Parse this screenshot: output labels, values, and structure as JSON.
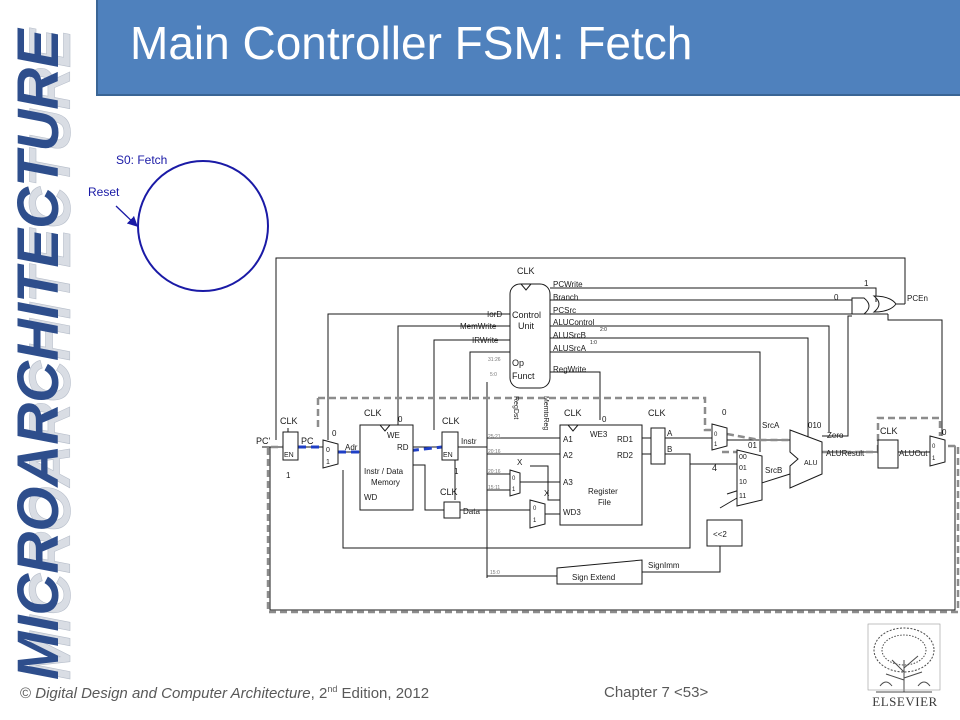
{
  "slide": {
    "title": "Main Controller FSM: Fetch",
    "sidebar_text": "MICROARCHITECTURE"
  },
  "fsm": {
    "state_label": "S0: Fetch",
    "reset_label": "Reset"
  },
  "datapath": {
    "control_unit": {
      "clk": "CLK",
      "name_line1": "Control",
      "name_line2": "Unit",
      "op": "Op",
      "funct": "Funct",
      "out_pcwrite": "PCWrite",
      "out_branch": "Branch",
      "out_pcsrc": "PCSrc",
      "out_alucontrol": "ALUControl",
      "out_alucontrol_bits": "2:0",
      "out_alusrcb": "ALUSrcB",
      "out_alusrcb_bits": "1:0",
      "out_alusrca": "ALUSrcA",
      "out_regwrite": "RegWrite",
      "out_iord": "IorD",
      "out_memwrite": "MemWrite",
      "out_irwrite": "IRWrite",
      "out_regdst": "RegDst",
      "out_memtoreg": "MemtoReg",
      "bits_op": "31:26",
      "bits_funct": "5:0"
    },
    "pc": {
      "clk": "CLK",
      "pc_prime": "PC'",
      "pc": "PC",
      "en": "EN",
      "val1": "1",
      "val0": "0"
    },
    "memory": {
      "clk": "CLK",
      "we": "WE",
      "we_val": "0",
      "adr": "Adr",
      "rd": "RD",
      "name_line1": "Instr / Data",
      "name_line2": "Memory",
      "wd": "WD"
    },
    "instr_reg": {
      "clk": "CLK",
      "instr": "Instr",
      "en": "EN",
      "en_val": "1"
    },
    "data_reg": {
      "clk": "CLK",
      "data": "Data"
    },
    "mux_adr": {
      "in0": "0",
      "in1": "1",
      "sel": "0"
    },
    "regfile": {
      "clk": "CLK",
      "we3": "WE3",
      "we3_val": "0",
      "a1": "A1",
      "a2": "A2",
      "a3": "A3",
      "wd3": "WD3",
      "rd1": "RD1",
      "rd2": "RD2",
      "name_line1": "Register",
      "name_line2": "File",
      "bits_25_21": "25:21",
      "bits_20_16": "20:16",
      "bits_20_16b": "20:16",
      "bits_15_11": "15:11",
      "bits_15_0": "15:0"
    },
    "mux_regdst": {
      "in0": "0",
      "in1": "1",
      "sel": "X"
    },
    "mux_memtoreg": {
      "in0": "0",
      "in1": "1",
      "sel": "X"
    },
    "ab_reg": {
      "clk": "CLK",
      "a": "A",
      "b": "B"
    },
    "mux_srca": {
      "in0": "0",
      "in1": "1",
      "sel": "0",
      "label": "SrcA"
    },
    "mux_srcb": {
      "in00": "00",
      "in01": "01",
      "in10": "10",
      "in11": "11",
      "sel": "01",
      "label": "SrcB",
      "const4": "4"
    },
    "alu": {
      "control_val": "010",
      "zero": "Zero",
      "result": "ALUResult",
      "name": "ALU"
    },
    "aluout": {
      "clk": "CLK",
      "label": "ALUOut"
    },
    "mux_pcsrc": {
      "in0": "0",
      "in1": "1",
      "sel": "0"
    },
    "shift": {
      "label": "<<2"
    },
    "sign_extend": {
      "label": "Sign Extend",
      "out": "SignImm"
    },
    "pcen": {
      "label": "PCEn",
      "pcwrite_val": "1",
      "branch_val": "0"
    }
  },
  "footer": {
    "copyright_prefix": "© ",
    "book_title": "Digital Design and Computer Architecture",
    "edition_prefix": ", 2",
    "edition_sup": "nd",
    "edition_suffix": " Edition, 2012",
    "chapter": "Chapter 7 <53>",
    "publisher": "ELSEVIER"
  }
}
